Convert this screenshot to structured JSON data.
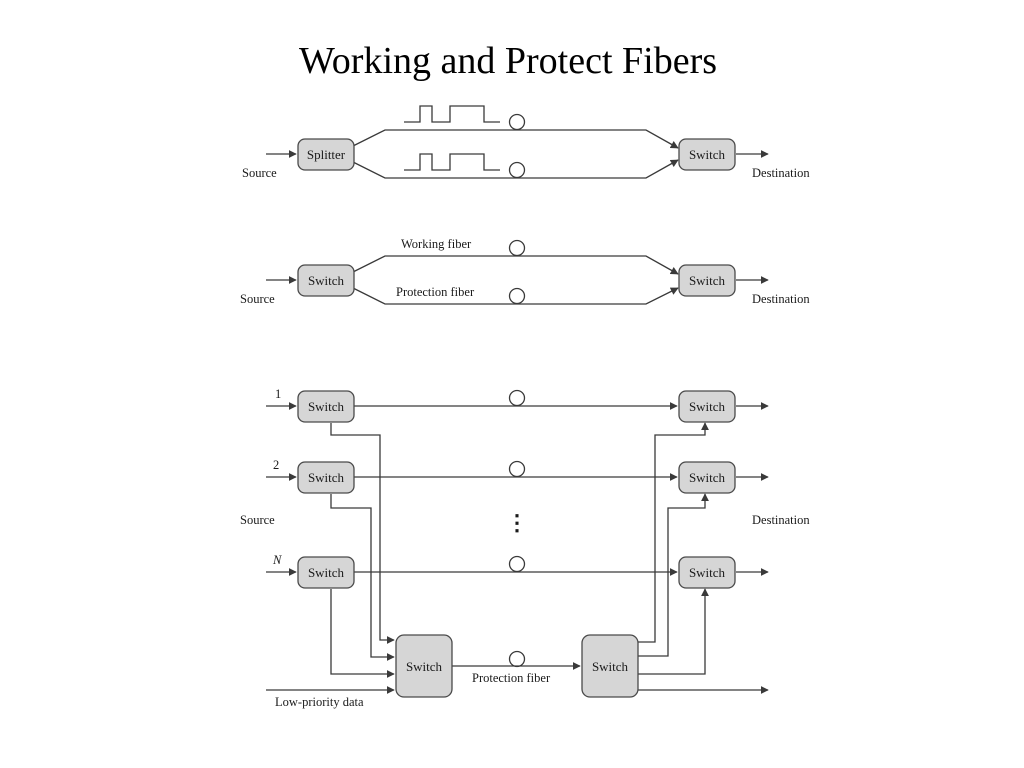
{
  "title": "Working and Protect Fibers",
  "colors": {
    "line": "#3a3a3a",
    "box_fill": "#d6d6d6",
    "box_stroke": "#4a4a4a",
    "text": "#1a1a1a"
  },
  "icons": {
    "circle": "fiber-circle-icon",
    "arrow": "arrowhead-icon",
    "pulse": "pulse-waveform-icon"
  },
  "diagram1": {
    "source": "Source",
    "splitter": "Splitter",
    "switch": "Switch",
    "destination": "Destination"
  },
  "diagram2": {
    "source": "Source",
    "switch_left": "Switch",
    "switch_right": "Switch",
    "working_fiber": "Working fiber",
    "protection_fiber": "Protection fiber",
    "destination": "Destination"
  },
  "diagram3": {
    "source": "Source",
    "destination": "Destination",
    "input_labels": [
      "1",
      "2",
      "N"
    ],
    "switch": "Switch",
    "ellipsis": "⋮",
    "protection_fiber": "Protection fiber",
    "low_priority": "Low-priority data"
  }
}
